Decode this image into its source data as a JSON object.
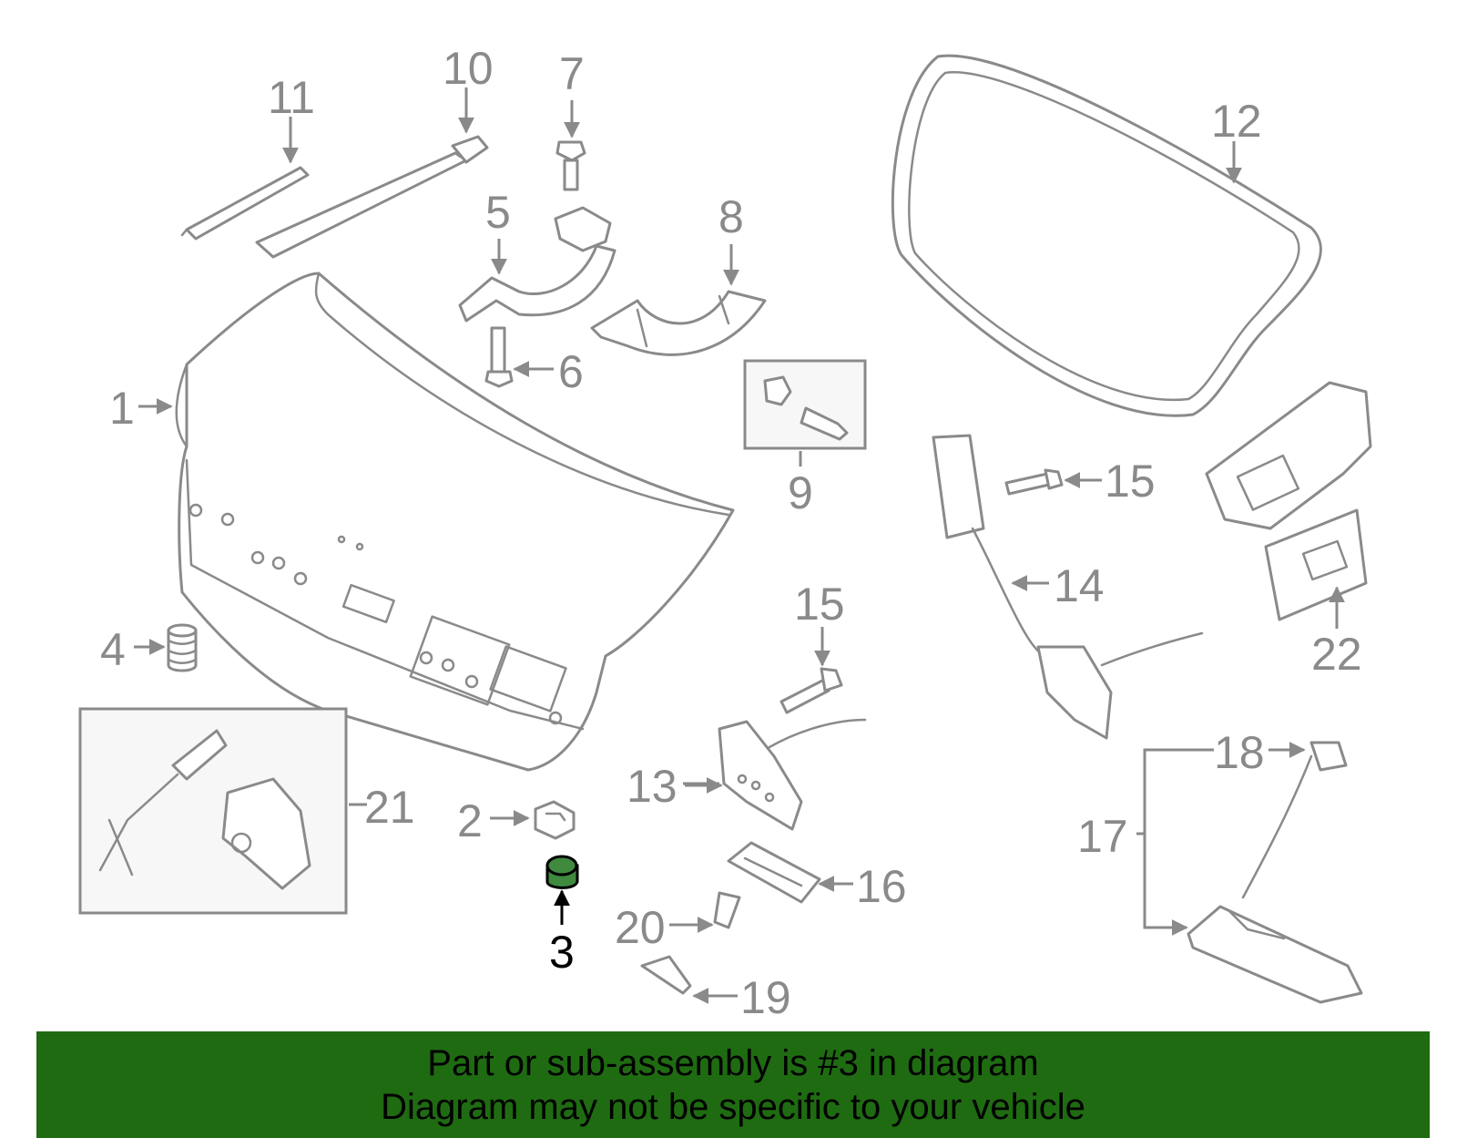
{
  "highlight_color": "#3f8a3f",
  "banner_color": "#1f6b12",
  "highlighted_part": "3",
  "callouts": [
    "1",
    "2",
    "3",
    "4",
    "5",
    "6",
    "7",
    "8",
    "9",
    "10",
    "11",
    "12",
    "13",
    "14",
    "15",
    "15",
    "16",
    "17",
    "18",
    "19",
    "20",
    "21",
    "22"
  ],
  "banner": {
    "line1": "Part or sub-assembly is #3 in diagram",
    "line2": "Diagram may not be specific to your vehicle"
  }
}
